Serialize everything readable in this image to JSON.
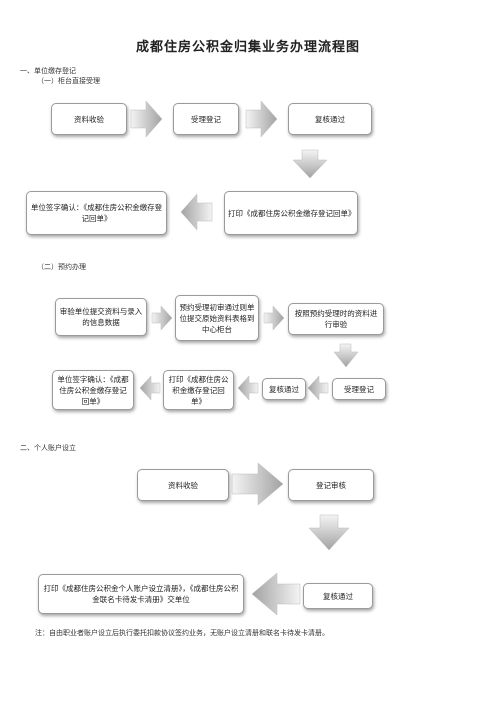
{
  "title": "成都住房公积金归集业务办理流程图",
  "sections": {
    "s1": "一、单位缴存登记",
    "s1_1": "（一）柜台直接受理",
    "s1_2": "（二）预约办理",
    "s2": "二、个人账户设立"
  },
  "flow1": {
    "b1": "资料收验",
    "b2": "受理登记",
    "b3": "复核通过",
    "b4": "打印《成都住房公积金缴存登记回单》",
    "b5": "单位签字确认：《成都住房公积金缴存登记回单》"
  },
  "flow2": {
    "b1": "审验单位提交资料与录入的信息数据",
    "b2": "预约受理初审通过则单位提交原始资料表格到中心柜台",
    "b3": "按照预约受理时的资料进行审验",
    "b4": "受理登记",
    "b5": "复核通过",
    "b6": "打印《成都住房公积金缴存登记回单》",
    "b7": "单位签字确认：《成都住房公积金缴存登记回单》"
  },
  "flow3": {
    "b1": "资料收验",
    "b2": "登记审核",
    "b3": "复核通过",
    "b4": "打印《成都住房公积金个人账户设立清册》，《成都住房公积金联名卡待发卡清册》交单位"
  },
  "note": "注：自由职业者账户设立后执行委托扣款协议签约业务，无账户设立清册和联名卡待发卡清册。",
  "colors": {
    "arrow_light": "#f3f3f3",
    "arrow_dark": "#a0a0a0",
    "box_border": "#9a9a9a"
  }
}
